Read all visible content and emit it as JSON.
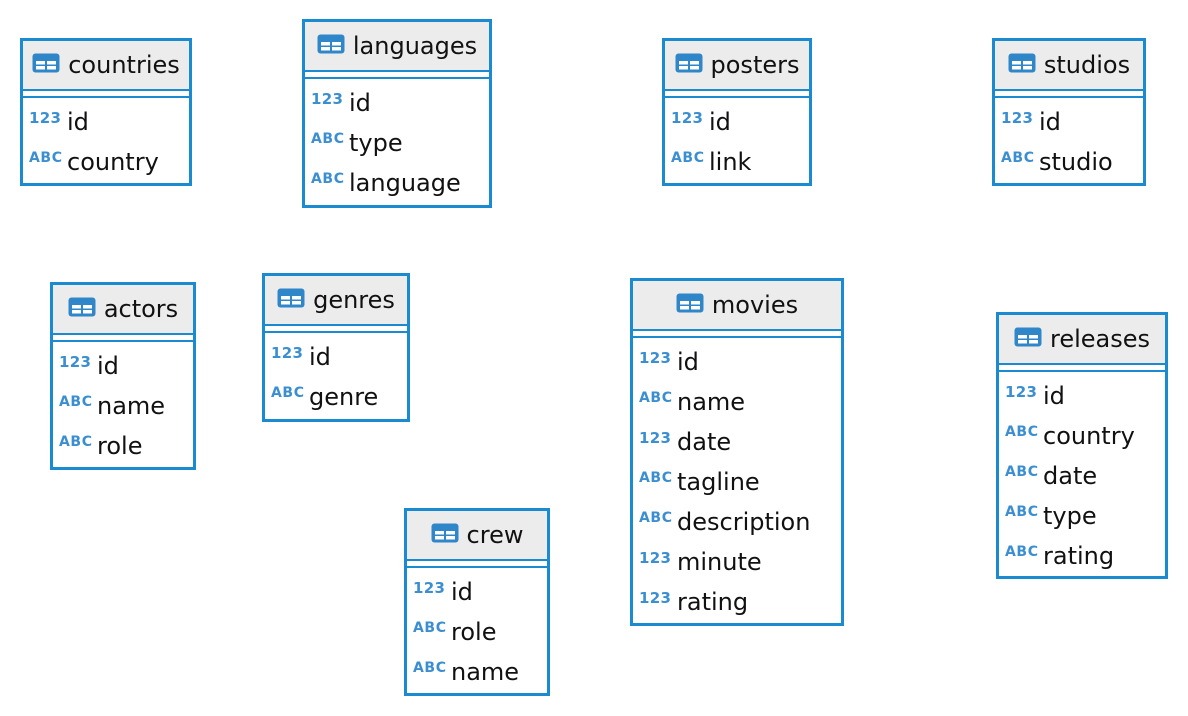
{
  "colors": {
    "border": "#1a8bd1",
    "header_bg": "#ececec",
    "type_icon": "#3b8fd1"
  },
  "type_labels": {
    "num": "123",
    "text": "ABC"
  },
  "tables": {
    "countries": {
      "name": "countries",
      "columns": [
        {
          "type": "num",
          "name": "id"
        },
        {
          "type": "text",
          "name": "country"
        }
      ]
    },
    "languages": {
      "name": "languages",
      "columns": [
        {
          "type": "num",
          "name": "id"
        },
        {
          "type": "text",
          "name": "type"
        },
        {
          "type": "text",
          "name": "language"
        }
      ]
    },
    "posters": {
      "name": "posters",
      "columns": [
        {
          "type": "num",
          "name": "id"
        },
        {
          "type": "text",
          "name": "link"
        }
      ]
    },
    "studios": {
      "name": "studios",
      "columns": [
        {
          "type": "num",
          "name": "id"
        },
        {
          "type": "text",
          "name": "studio"
        }
      ]
    },
    "actors": {
      "name": "actors",
      "columns": [
        {
          "type": "num",
          "name": "id"
        },
        {
          "type": "text",
          "name": "name"
        },
        {
          "type": "text",
          "name": "role"
        }
      ]
    },
    "genres": {
      "name": "genres",
      "columns": [
        {
          "type": "num",
          "name": "id"
        },
        {
          "type": "text",
          "name": "genre"
        }
      ]
    },
    "movies": {
      "name": "movies",
      "columns": [
        {
          "type": "num",
          "name": "id"
        },
        {
          "type": "text",
          "name": "name"
        },
        {
          "type": "num",
          "name": "date"
        },
        {
          "type": "text",
          "name": "tagline"
        },
        {
          "type": "text",
          "name": "description"
        },
        {
          "type": "num",
          "name": "minute"
        },
        {
          "type": "num",
          "name": "rating"
        }
      ]
    },
    "releases": {
      "name": "releases",
      "columns": [
        {
          "type": "num",
          "name": "id"
        },
        {
          "type": "text",
          "name": "country"
        },
        {
          "type": "text",
          "name": "date"
        },
        {
          "type": "text",
          "name": "type"
        },
        {
          "type": "text",
          "name": "rating"
        }
      ]
    },
    "crew": {
      "name": "crew",
      "columns": [
        {
          "type": "num",
          "name": "id"
        },
        {
          "type": "text",
          "name": "role"
        },
        {
          "type": "text",
          "name": "name"
        }
      ]
    }
  }
}
